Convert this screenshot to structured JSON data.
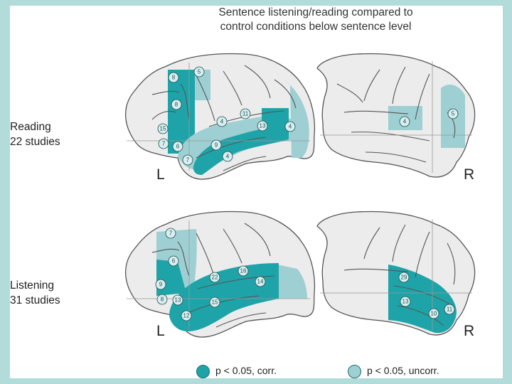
{
  "title_line1": "Sentence listening/reading compared to",
  "title_line2": "control conditions below sentence level",
  "rows": [
    {
      "label_line1": "Reading",
      "label_line2": "22 studies"
    },
    {
      "label_line1": "Listening",
      "label_line2": "31 studies"
    }
  ],
  "hemisphere_labels": {
    "left": "L",
    "right": "R"
  },
  "reading_left_numbers": [
    "8",
    "5",
    "8",
    "11",
    "4",
    "13",
    "4",
    "15",
    "7",
    "6",
    "9",
    "7",
    "4"
  ],
  "reading_right_numbers": [
    "4",
    "5"
  ],
  "listening_left_numbers": [
    "7",
    "6",
    "16",
    "22",
    "14",
    "9",
    "8",
    "13",
    "15",
    "12"
  ],
  "listening_right_numbers": [
    "29",
    "13",
    "10",
    "11"
  ],
  "legend": {
    "corr_label": "p < 0.05, corr.",
    "uncorr_label": "p < 0.05, uncorr.",
    "corr_color": "#1ea4a8",
    "uncorr_color": "#9ecfd3"
  }
}
